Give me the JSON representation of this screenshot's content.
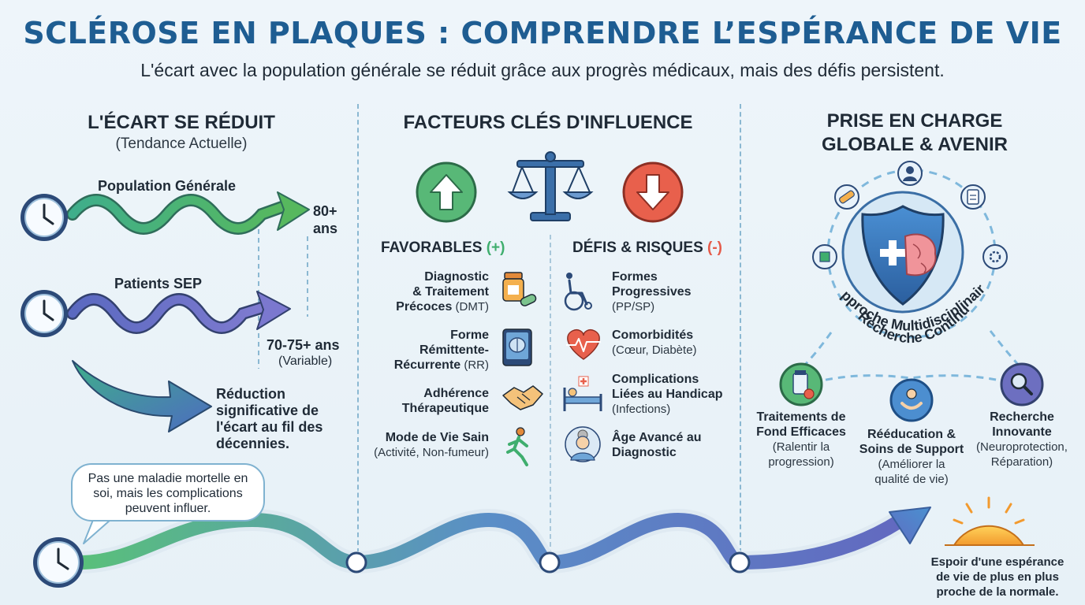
{
  "header": {
    "title": "SCLÉROSE EN PLAQUES : COMPRENDRE L’ESPÉRANCE DE VIE",
    "subtitle": "L'écart avec la population générale se réduit grâce aux progrès médicaux, mais des défis persistent."
  },
  "left": {
    "heading": "L'ÉCART SE RÉDUIT",
    "subheading": "(Tendance Actuelle)",
    "general_label": "Population Générale",
    "general_value_line1": "80+",
    "general_value_line2": "ans",
    "sep_label": "Patients SEP",
    "sep_value": "70-75+ ans",
    "sep_note": "(Variable)",
    "reduction_text": [
      "Réduction",
      "significative de",
      "l'écart au fil des",
      "décennies."
    ],
    "bubble_text": [
      "Pas une maladie mortelle en",
      "soi, mais les complications",
      "peuvent influer."
    ]
  },
  "middle": {
    "heading": "FACTEURS CLÉS D'INFLUENCE",
    "favorable_heading": "FAVORABLES",
    "favorable_sign": "(+)",
    "risk_heading": "DÉFIS & RISQUES",
    "risk_sign": "(-)",
    "favorables": [
      {
        "lines": [
          "Diagnostic",
          "& Traitement"
        ],
        "last": "Précoces",
        "note": " (DMT)",
        "icon": "pill-bottle-icon"
      },
      {
        "lines": [
          "Forme",
          "Rémittente-",
          "Récurrente"
        ],
        "last": "",
        "note": " (RR)",
        "icon": "brain-scan-icon"
      },
      {
        "lines": [
          "Adhérence",
          "Thérapeutique"
        ],
        "last": "",
        "note": "",
        "icon": "handshake-icon"
      },
      {
        "lines": [
          "Mode de Vie Sain"
        ],
        "last": "",
        "note": "(Activité, Non-fumeur)",
        "icon": "runner-icon"
      }
    ],
    "risks": [
      {
        "lines": [
          "Formes",
          "Progressives"
        ],
        "note": "(PP/SP)",
        "icon": "wheelchair-icon"
      },
      {
        "lines": [
          "Comorbidités"
        ],
        "note": "(Cœur, Diabète)",
        "icon": "heart-pulse-icon"
      },
      {
        "lines": [
          "Complications",
          "Liées au Handicap"
        ],
        "note": "(Infections)",
        "icon": "hospital-bed-icon"
      },
      {
        "lines": [
          "Âge Avancé au",
          "Diagnostic"
        ],
        "note": "",
        "icon": "elderly-woman-icon"
      }
    ]
  },
  "right": {
    "heading_line1": "PRISE EN CHARGE",
    "heading_line2": "GLOBALE & AVENIR",
    "arc_line1": "Approche Multidisciplinaire",
    "arc_line2": "& Recherche Continue",
    "pillars": [
      {
        "title": [
          "Traitements de",
          "Fond Efficaces"
        ],
        "sub": [
          "Ralentir la",
          "progression)"
        ],
        "sub_prefix": "(",
        "icon": "medication-icon"
      },
      {
        "title": [
          "Rééducation &",
          "Soins de Support"
        ],
        "sub": [
          "(Améliorer la",
          "qualité de vie)"
        ],
        "icon": "care-hands-icon"
      },
      {
        "title": [
          "Recherche",
          "Innovante"
        ],
        "sub": [
          "(Neuroprotection,",
          "Réparation)"
        ],
        "icon": "magnifier-icon"
      }
    ],
    "hope_text": [
      "Espoir d'une espérance",
      "de vie de plus en plus",
      "proche de la normale."
    ]
  },
  "colors": {
    "title_blue": "#1e5d92",
    "green": "#4fae74",
    "red": "#e55b4a",
    "purple": "#6d6fc0",
    "teal": "#3fa9a3",
    "navy": "#2c4a78"
  }
}
